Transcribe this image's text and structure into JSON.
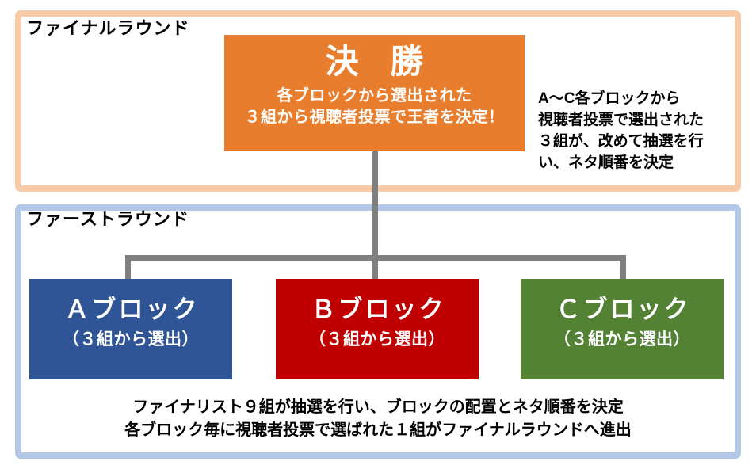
{
  "diagram": {
    "colors": {
      "final_panel_border": "#F7CBA8",
      "first_panel_border": "#B4C7E7",
      "final_box": "#E87D2E",
      "block_a": "#2F5597",
      "block_b": "#C00000",
      "block_c": "#548235",
      "connector": "#808080",
      "text_dark": "#000000",
      "text_light": "#FFFFFF"
    },
    "final_round": {
      "section_title": "ファイナルラウンド",
      "box": {
        "title": "決 勝",
        "sub_lines": [
          "各ブロックから選出された",
          "３組から視聴者投票で王者を決定！"
        ]
      },
      "note_lines": [
        "A〜C各ブロックから",
        "視聴者投票で選出された",
        "３組が、改めて抽選を行",
        "い、ネタ順番を決定"
      ]
    },
    "first_round": {
      "section_title": "ファーストラウンド",
      "blocks": [
        {
          "title": "Ａブロック",
          "sub": "（３組から選出）"
        },
        {
          "title": "Ｂブロック",
          "sub": "（３組から選出）"
        },
        {
          "title": "Ｃブロック",
          "sub": "（３組から選出）"
        }
      ],
      "note_lines": [
        "ファイナリスト９組が抽選を行い、ブロックの配置とネタ順番を決定",
        "各ブロック毎に視聴者投票で選ばれた１組がファイナルラウンドへ進出"
      ]
    }
  }
}
